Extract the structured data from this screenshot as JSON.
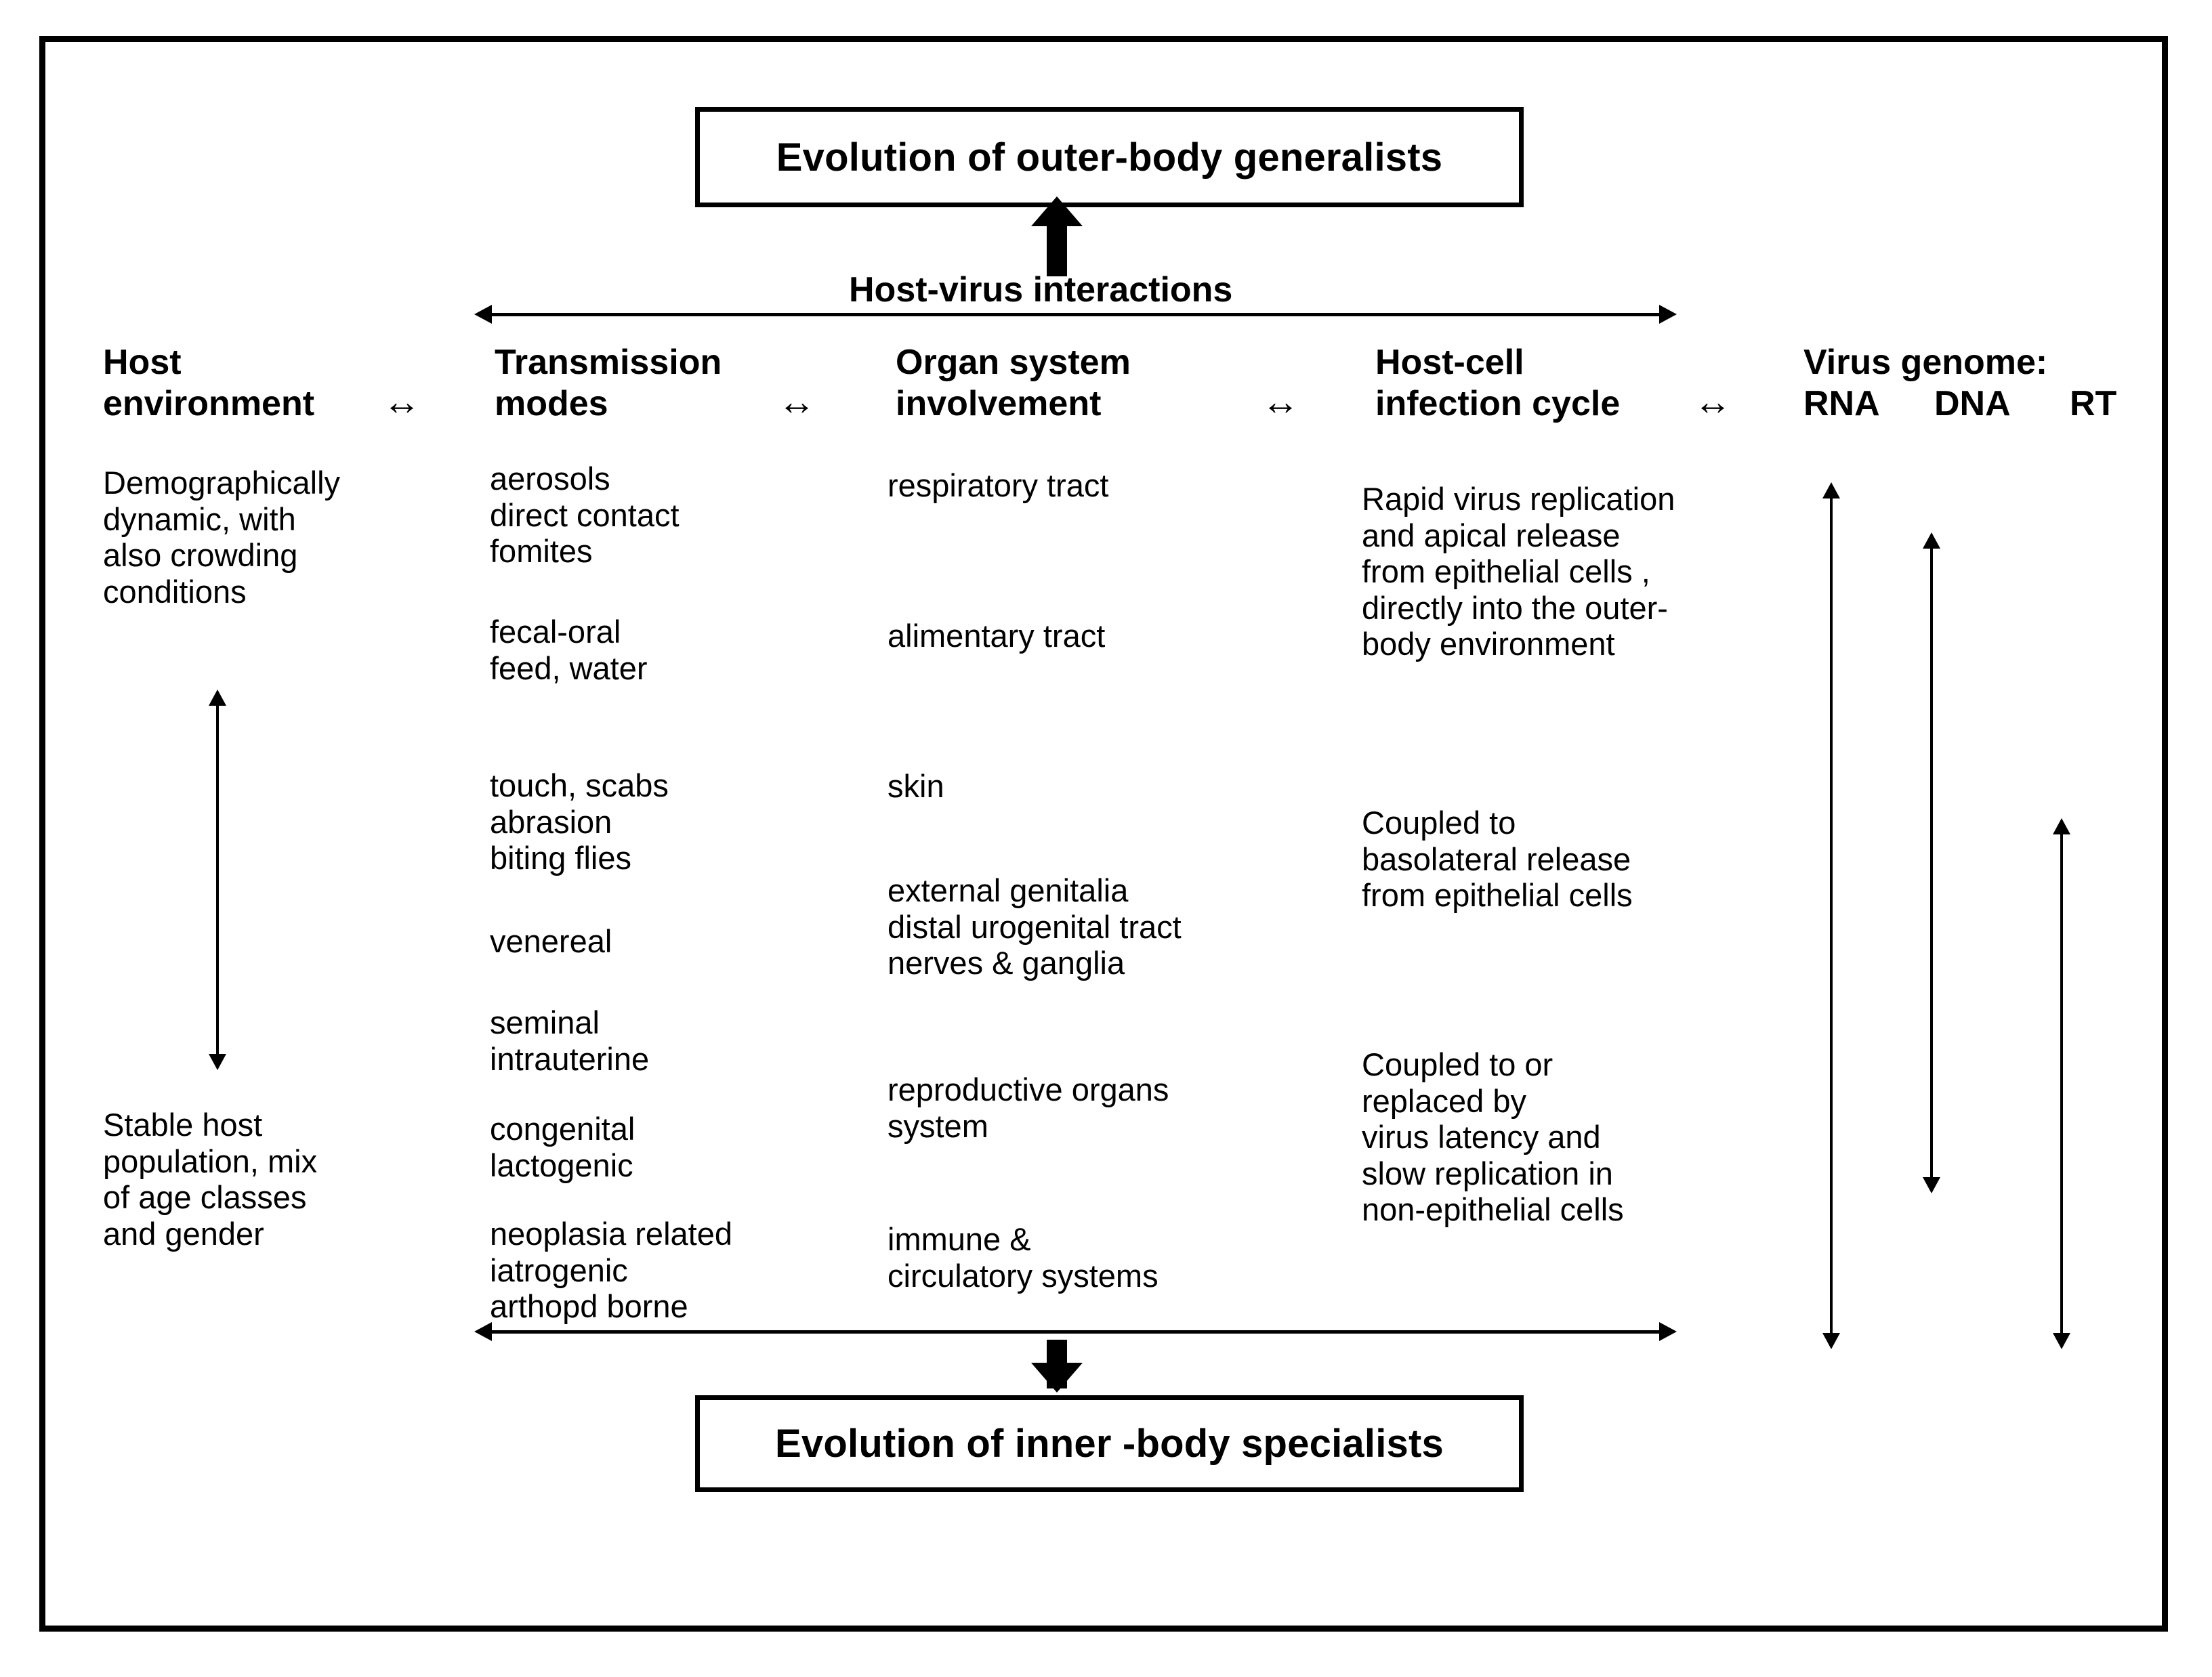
{
  "figure": {
    "top_box": "Evolution of outer-body generalists",
    "bottom_box": "Evolution of inner -body specialists",
    "axis_label": "Host-virus interactions"
  },
  "columns": {
    "host_environment": {
      "header": "Host\nenvironment",
      "top_text": "Demographically\ndynamic, with\nalso crowding\nconditions",
      "bottom_text": "Stable host\npopulation,  mix\nof age classes\nand gender"
    },
    "transmission_modes": {
      "header": "Transmission\nmodes",
      "groups": [
        "aerosols\ndirect contact\nfomites",
        "fecal-oral\nfeed, water",
        "touch, scabs\nabrasion\nbiting flies",
        "venereal",
        "seminal\nintrauterine",
        "congenital\nlactogenic",
        "neoplasia related\niatrogenic\narthopd borne"
      ]
    },
    "organ_system": {
      "header": "Organ system\ninvolvement",
      "groups": [
        "respiratory tract",
        "alimentary tract",
        "skin",
        "external genitalia\ndistal urogenital tract\nnerves & ganglia",
        "reproductive organs\nsystem",
        "immune  &\ncirculatory systems"
      ]
    },
    "host_cell": {
      "header": "Host-cell\ninfection cycle",
      "groups": [
        "Rapid virus replication\nand apical release\nfrom epithelial cells ,\ndirectly into the outer-\nbody environment",
        "Coupled  to\nbasolateral  release\nfrom epithelial cells",
        "Coupled  to or\nreplaced by\nvirus latency and\nslow replication in\nnon-epithelial cells"
      ]
    },
    "virus_genome": {
      "header_line1": "Virus genome:",
      "types": [
        "RNA",
        "DNA",
        "RT"
      ]
    }
  },
  "connectors": {
    "between_headers": "↔"
  },
  "colors": {
    "ink": "#000000",
    "background": "#ffffff"
  }
}
